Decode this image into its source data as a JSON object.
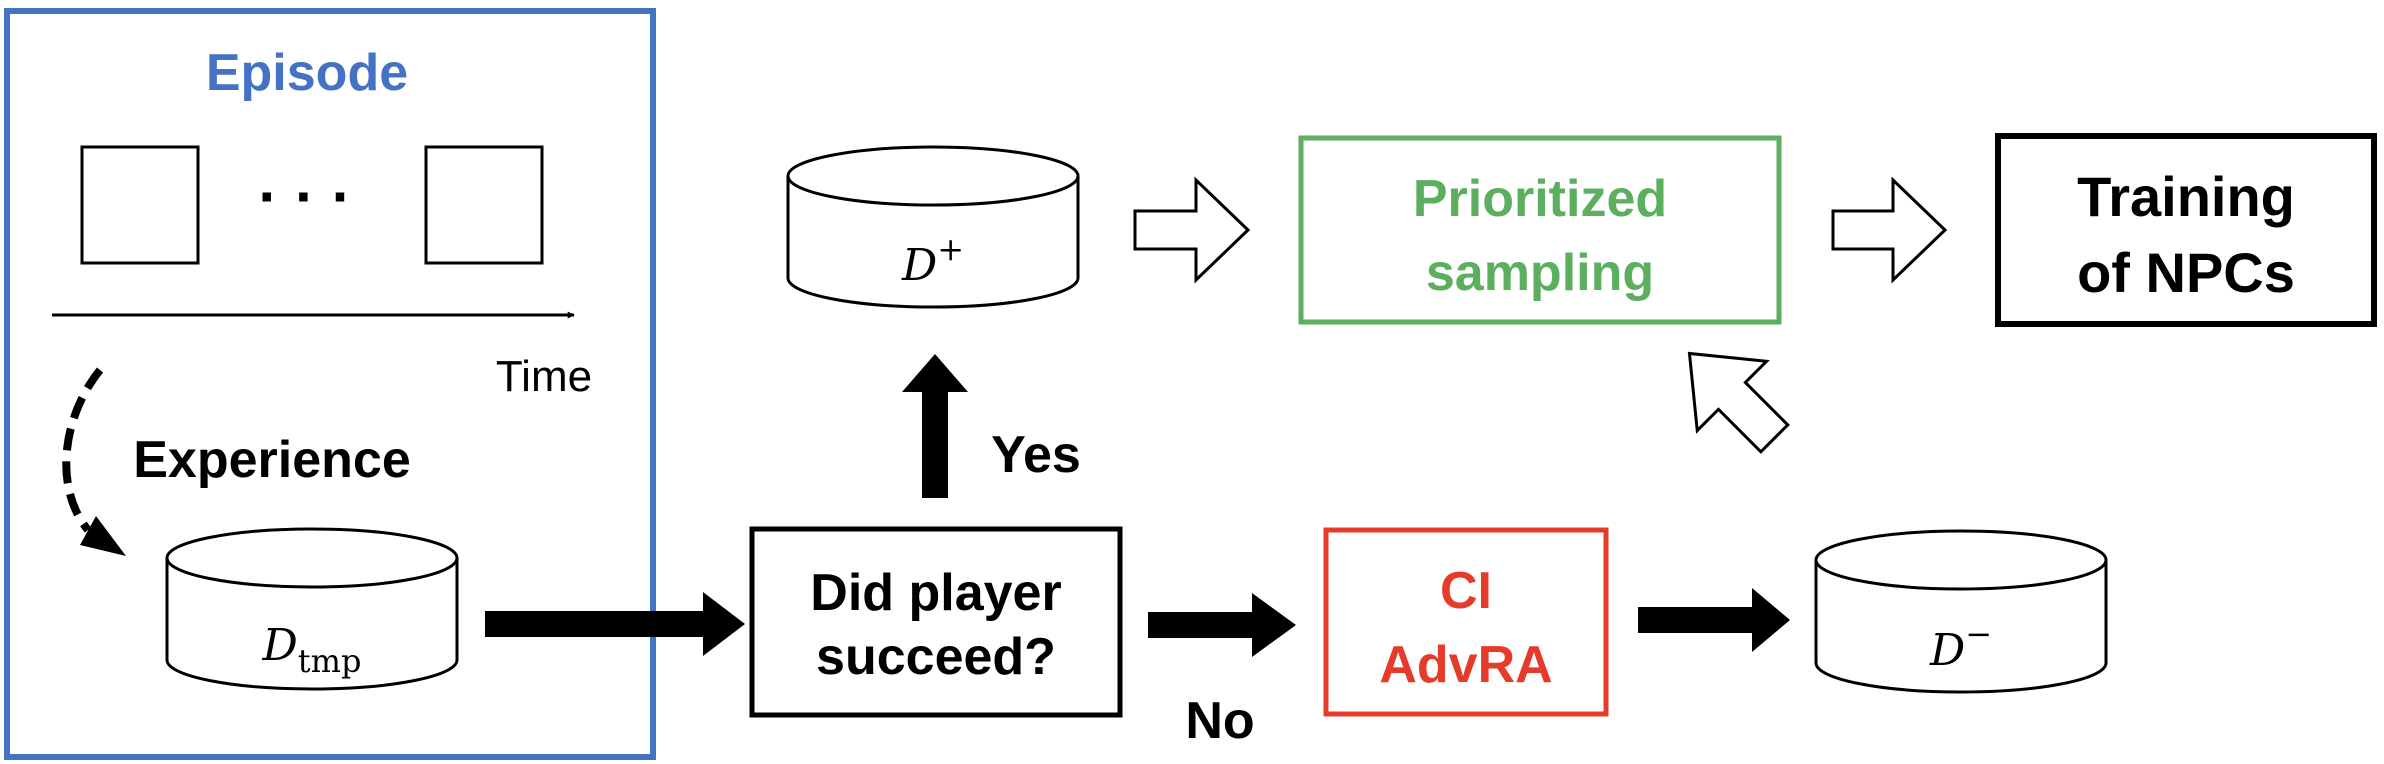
{
  "episode": {
    "title": "Episode",
    "ellipsis": "· · ·",
    "time_label": "Time",
    "experience_label": "Experience"
  },
  "databases": {
    "tmp": {
      "symbol": "D",
      "subscript": "tmp"
    },
    "plus": {
      "symbol": "D",
      "superscript": "+"
    },
    "minus": {
      "symbol": "D",
      "superscript": "−"
    }
  },
  "decision": {
    "line1": "Did player",
    "line2": "succeed?",
    "yes_label": "Yes",
    "no_label": "No"
  },
  "advra": {
    "line1": "CI",
    "line2": "AdvRA"
  },
  "prioritized": {
    "line1": "Prioritized",
    "line2": "sampling"
  },
  "training": {
    "line1": "Training",
    "line2": "of NPCs"
  },
  "colors": {
    "episode_blue": "#4472C4",
    "sampling_green": "#5BAF5F",
    "advra_red": "#E53B2B",
    "stroke": "#000000"
  }
}
